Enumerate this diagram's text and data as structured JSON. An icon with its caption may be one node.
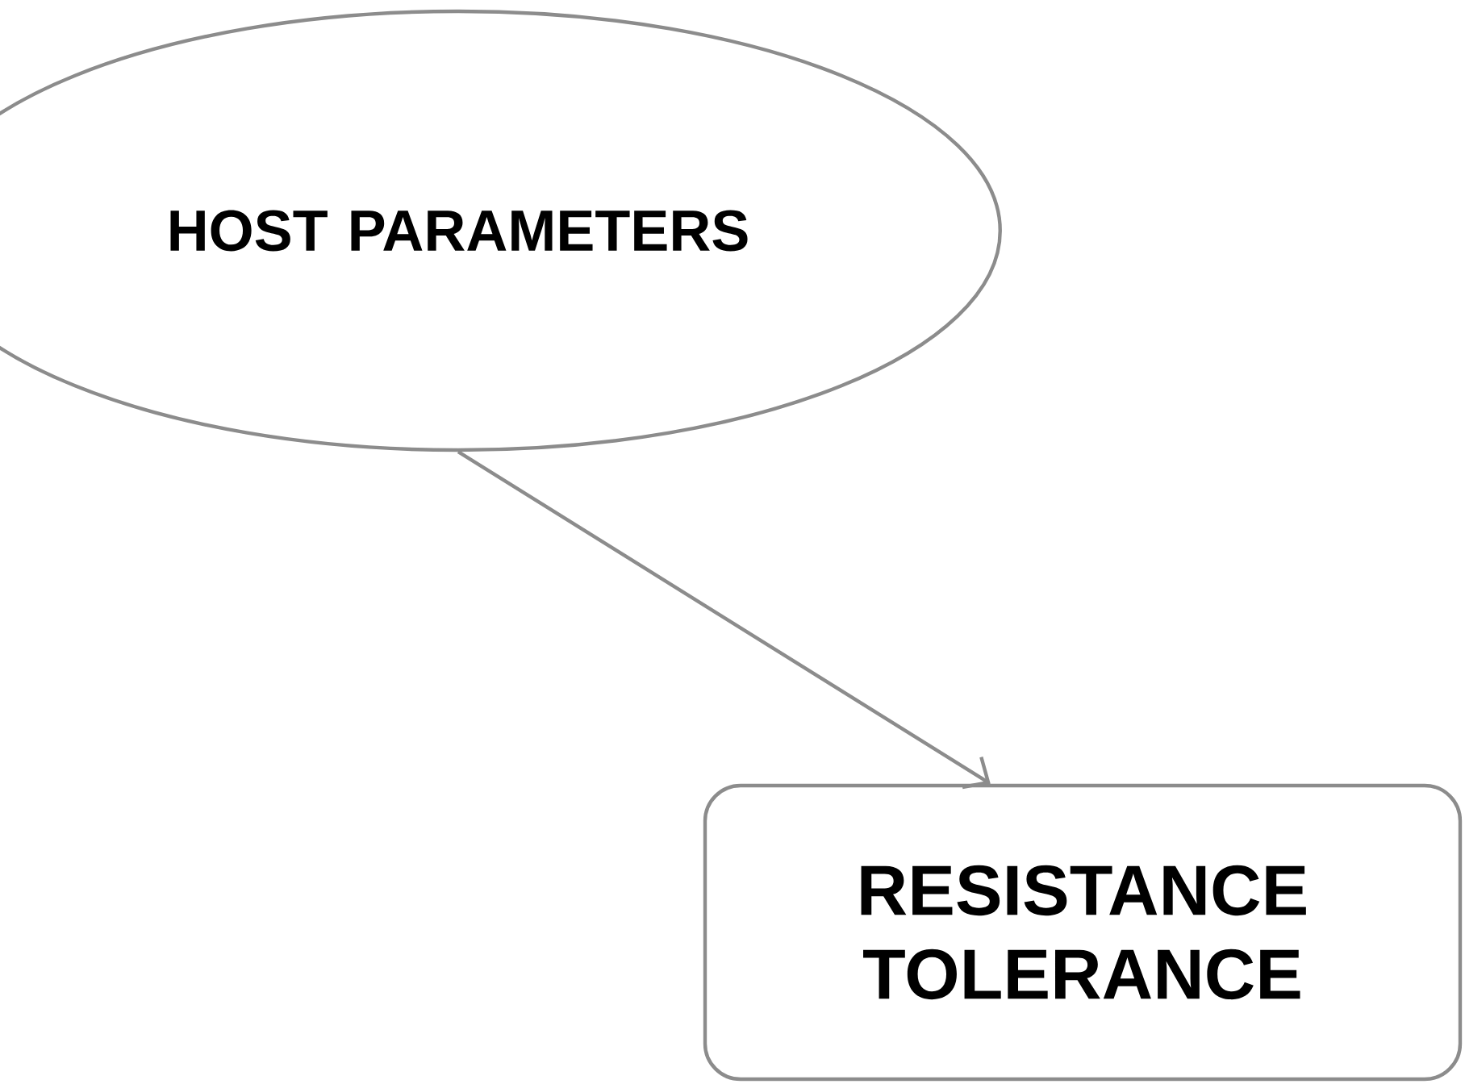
{
  "diagram": {
    "nodes": [
      {
        "text": [
          "HOST PARAMETERS"
        ]
      },
      {
        "text": [
          "RESISTANCE TOLERANCE"
        ]
      }
    ],
    "edges": [
      {
        "from": 0,
        "to": 1,
        "arrow": "to"
      }
    ]
  }
}
